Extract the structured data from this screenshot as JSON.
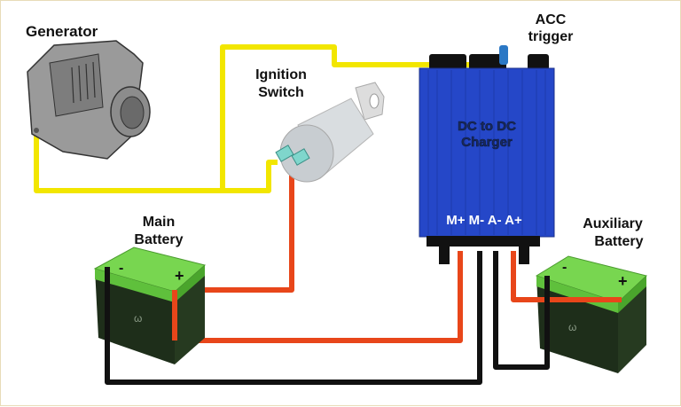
{
  "diagram": {
    "title": "DC to DC Charger wiring",
    "labels": {
      "generator": "Generator",
      "ignition_line1": "Ignition",
      "ignition_line2": "Switch",
      "acc_line1": "ACC",
      "acc_line2": "trigger",
      "charger_line1": "DC to DC",
      "charger_line2": "Charger",
      "terminals": "M+ M- A- A+",
      "main_battery_line1": "Main",
      "main_battery_line2": "Battery",
      "aux_battery_line1": "Auxiliary",
      "aux_battery_line2": "Battery",
      "main_neg": "-",
      "main_pos": "+",
      "aux_neg": "-",
      "aux_pos": "+"
    },
    "colors": {
      "ignition_wire": "#f2e600",
      "positive_wire": "#e8461a",
      "negative_wire": "#111111",
      "charger_body": "#2547c8",
      "battery_top": "#6fd14a",
      "battery_body": "#1e2e1a"
    }
  }
}
